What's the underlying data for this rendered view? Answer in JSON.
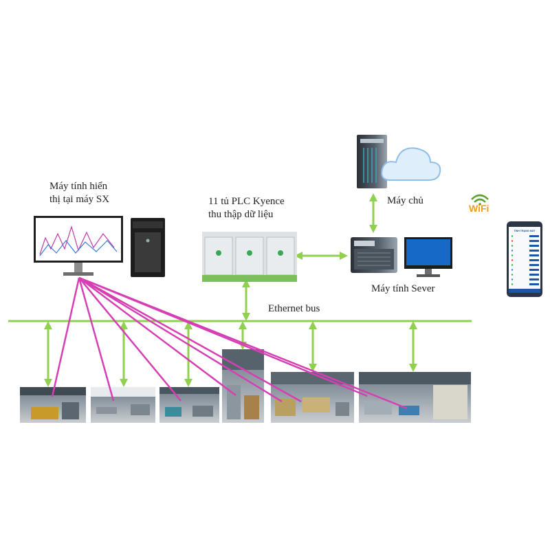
{
  "labels": {
    "display_pc_line1": "Máy tính hiển",
    "display_pc_line2": "thị tại máy SX",
    "plc_line1": "11 tủ PLC Kyence",
    "plc_line2": "thu thập dữ liệu",
    "main_server": "Máy chủ",
    "server_pc": "Máy tính Sever",
    "bus": "Ethernet bus",
    "wifi": "WiFi"
  },
  "phone": {
    "title": "TÌNH TRẠNG MÁY"
  },
  "colors": {
    "bus_green": "#8fd14f",
    "wire_magenta": "#d63fb4",
    "wifi_green": "#5aa02c",
    "wifi_orange": "#f29a1a"
  },
  "icons": [
    "monitor-icon",
    "tower-pc-icon",
    "plc-cabinet-icon",
    "server-icon",
    "cloud-icon",
    "wifi-icon",
    "smartphone-icon",
    "factory-photo"
  ]
}
